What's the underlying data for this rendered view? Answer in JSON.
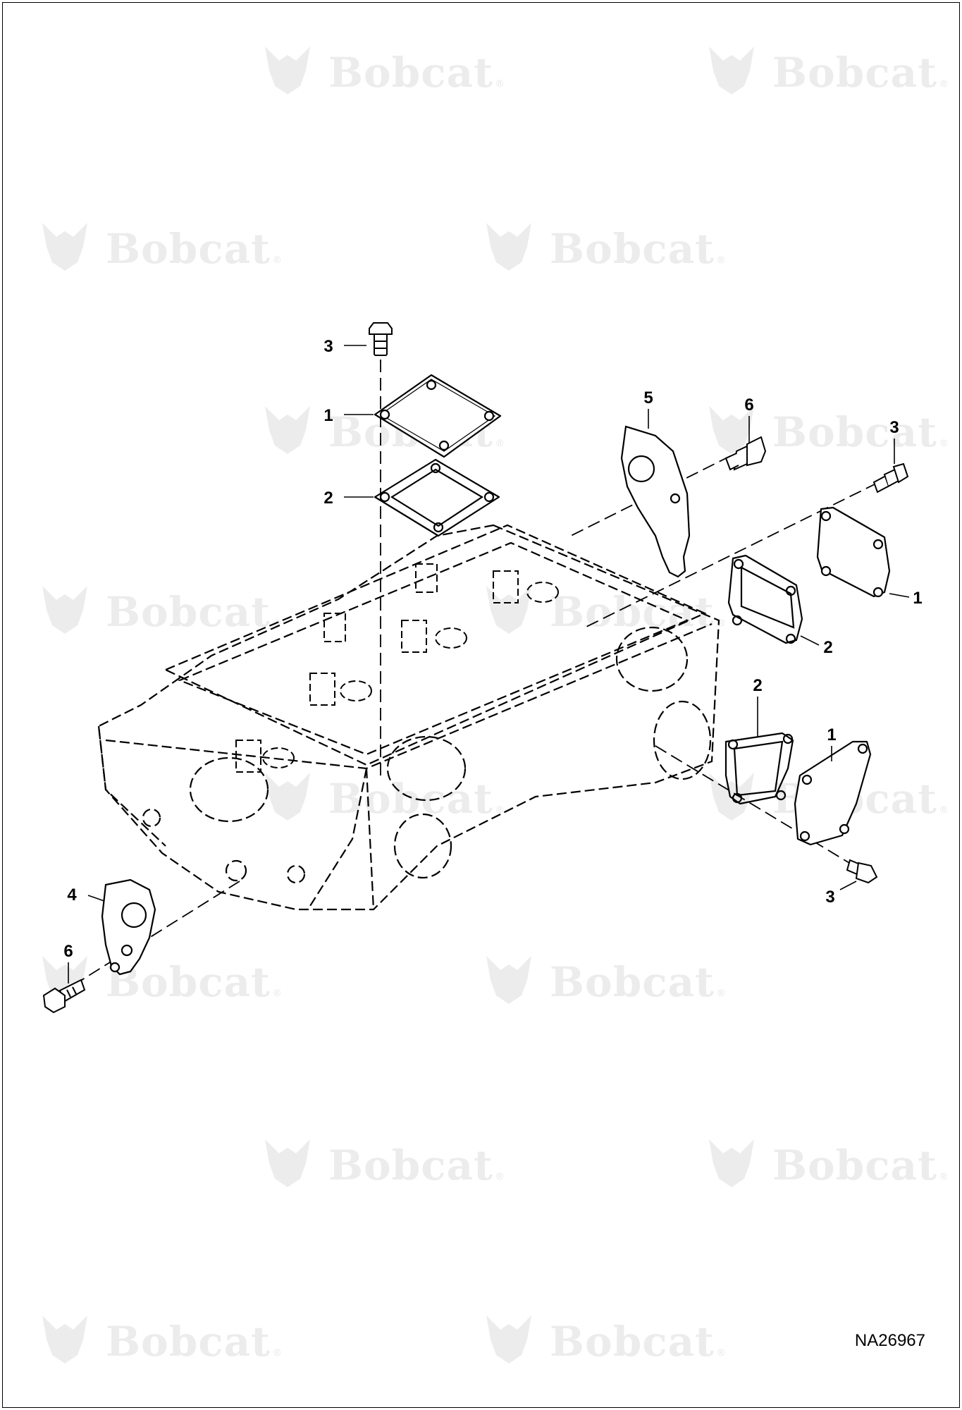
{
  "watermark": {
    "text": "Bobcat",
    "reg": "®",
    "icon": "bobcat-logo-icon"
  },
  "figure_id": "NA26967",
  "callouts": {
    "top_bolt": "3",
    "top_cover": "1",
    "top_gasket": "2",
    "bracket_rear": "5",
    "bolt_rear": "6",
    "bolt_right_top": "3",
    "cover_right_top": "1",
    "gasket_right_top": "2",
    "gasket_right_bottom": "2",
    "cover_right_bottom": "1",
    "bolt_right_bottom": "3",
    "bracket_front": "4",
    "bolt_front": "6"
  },
  "colors": {
    "line": "#000000",
    "watermark": "#ececec"
  }
}
